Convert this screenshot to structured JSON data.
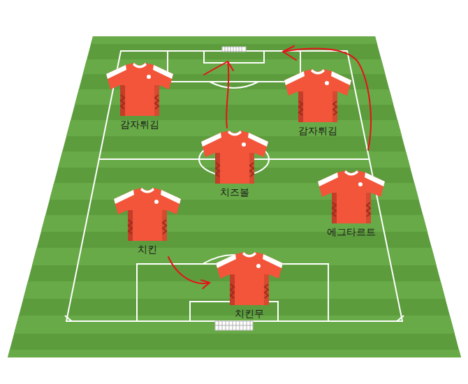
{
  "diagram": {
    "nodes": [
      {
        "text": [
          "감자튀김"
        ]
      },
      {
        "text": [
          "감자튀김"
        ]
      },
      {
        "text": [
          "치즈볼"
        ]
      },
      {
        "text": [
          "에그타르트"
        ]
      },
      {
        "text": [
          "치킨"
        ]
      },
      {
        "text": [
          "치킨무"
        ]
      }
    ],
    "edges": [
      {
        "from": 4,
        "to": 5,
        "arrow": "to"
      }
    ]
  }
}
